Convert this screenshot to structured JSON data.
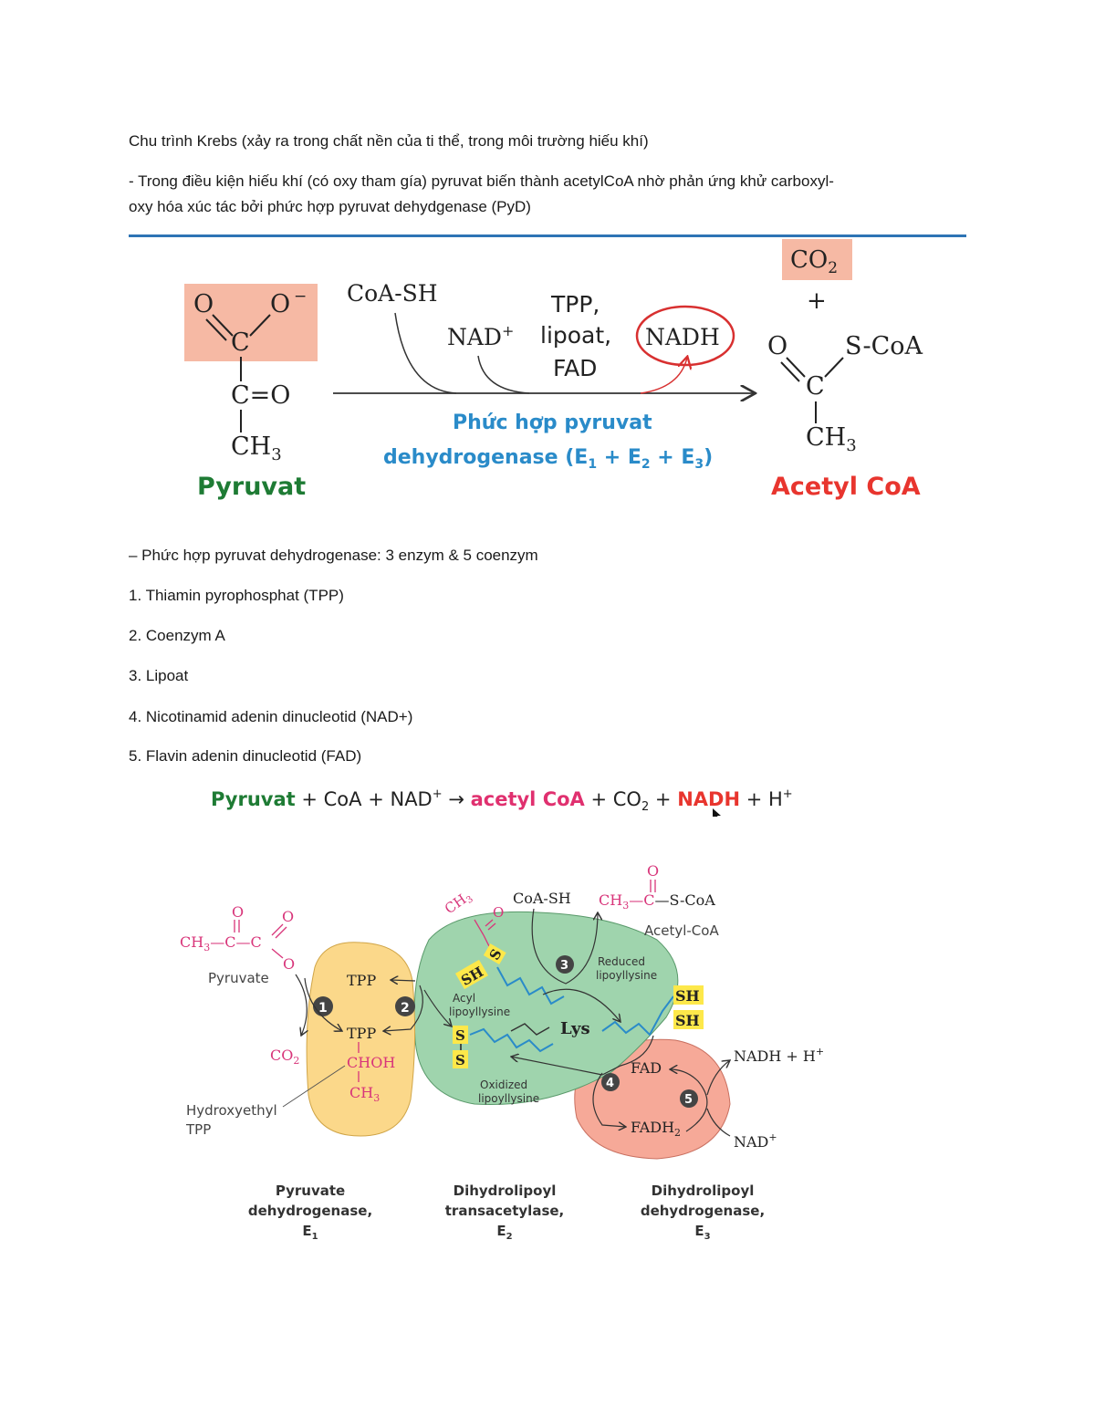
{
  "heading": "Chu trình Krebs (xảy ra trong chất nền của ti thể, trong môi trường hiếu khí)",
  "intro_line1": "- Trong điều kiện hiếu khí (có oxy tham gía) pyruvat biến thành acetylCoA nhờ phản ứng khử carboxyl-",
  "intro_line2": "oxy hóa xúc tác bởi phức hợp pyruvat dehydgenase (PyD)",
  "diagram1": {
    "pyruvate_label": "Pyruvat",
    "acetylcoa_label": "Acetyl CoA",
    "coa_sh": "CoA-SH",
    "nad": "NAD",
    "nad_sup": "+",
    "cofactors": [
      "TPP,",
      "lipoat,",
      "FAD"
    ],
    "nadh": "NADH",
    "co2": "CO",
    "co2_sub": "2",
    "plus": "+",
    "enzyme_line1": "Phức hợp pyruvat",
    "enzyme_line2": "dehydrogenase (E",
    "e1": "1",
    "e2": "2",
    "e3": "3",
    "enzyme_plus": " + E",
    "enzyme_close": ")",
    "atoms": {
      "O": "O",
      "O_minus": "O",
      "minus": "−",
      "C": "C",
      "C_eq_O": "C=O",
      "CH": "CH",
      "sub3": "3",
      "S_CoA": "S-CoA"
    }
  },
  "complex_heading": "– Phức hợp pyruvat dehydrogenase: 3 enzym & 5 coenzym",
  "coenzymes": [
    "1. Thiamin pyrophosphat (TPP)",
    "2. Coenzym A",
    "3. Lipoat",
    "4. Nicotinamid adenin dinucleotid (NAD+)",
    "5. Flavin adenin dinucleotid (FAD)"
  ],
  "equation": {
    "pyruvat": "Pyruvat",
    "plus": " + ",
    "coa": "CoA",
    "nad": "NAD",
    "sup_plus": "+",
    "arrow": " → ",
    "acetyl": "acetyl CoA",
    "co2": "CO",
    "sub2": "2",
    "nadh": "NADH",
    "h": "H"
  },
  "diagram2": {
    "pyruvate": "Pyruvate",
    "hydroxyethyl1": "Hydroxyethyl",
    "hydroxyethyl2": "TPP",
    "tpp": "TPP",
    "choh": "CHOH",
    "co2": "CO",
    "sub2": "2",
    "ch3": "CH",
    "sub3": "3",
    "coa_sh": "CoA-SH",
    "acetyl_coa_formula": "—S-CoA",
    "acetyl_coa": "Acetyl-CoA",
    "acyl1": "Acyl",
    "acyl2": "lipoyllysine",
    "reduced1": "Reduced",
    "reduced2": "lipoyllysine",
    "oxidized1": "Oxidized",
    "oxidized2": "lipoyllysine",
    "lys": "Lys",
    "sh": "SH",
    "s": "S",
    "fad": "FAD",
    "fadh": "FADH",
    "nadh_h": "NADH + H",
    "nad": "NAD",
    "sup": "+",
    "o": "O",
    "c": "C",
    "steps": [
      "1",
      "2",
      "3",
      "4",
      "5"
    ],
    "enzymes": [
      {
        "l1": "Pyruvate",
        "l2": "dehydrogenase,",
        "l3": "E",
        "sub": "1"
      },
      {
        "l1": "Dihydrolipoyl",
        "l2": "transacetylase,",
        "l3": "E",
        "sub": "2"
      },
      {
        "l1": "Dihydrolipoyl",
        "l2": "dehydrogenase,",
        "l3": "E",
        "sub": "3"
      }
    ]
  }
}
